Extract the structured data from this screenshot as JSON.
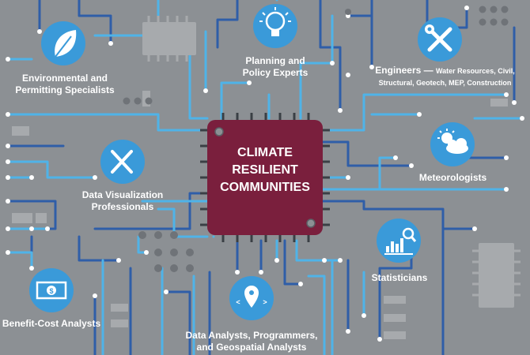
{
  "chip": {
    "lines": [
      "CLIMATE",
      "RESILIENT",
      "COMMUNITIES"
    ]
  },
  "roles": {
    "environmental": {
      "line1": "Environmental and",
      "line2": "Permitting Specialists",
      "icon": "leaf-icon"
    },
    "planning": {
      "line1": "Planning and",
      "line2": "Policy Experts",
      "icon": "lightbulb-icon"
    },
    "engineers": {
      "title": "Engineers —",
      "sub1": "Water Resources, Civil,",
      "sub2": "Structural, Geotech, MEP, Construction",
      "icon": "wrench-screwdriver-icon"
    },
    "meteorologists": {
      "label": "Meteorologists",
      "icon": "sun-cloud-icon"
    },
    "dataviz": {
      "line1": "Data Visualization",
      "line2": "Professionals",
      "icon": "pencil-brush-icon"
    },
    "statisticians": {
      "label": "Statisticians",
      "icon": "chart-magnifier-icon"
    },
    "benefit": {
      "label": "Benefit-Cost Analysts",
      "icon": "banknote-icon"
    },
    "analysts": {
      "line1": "Data Analysts, Programmers,",
      "line2": "and Geospatial Analysts",
      "icon": "map-pin-code-icon"
    }
  },
  "colors": {
    "background": "#8c9094",
    "trace_light": "#4fb3e8",
    "trace_dark": "#2f5ea8",
    "chip": "#7a1f3d",
    "icon_circle": "#3a9ad9",
    "component": "#a7aaad"
  }
}
